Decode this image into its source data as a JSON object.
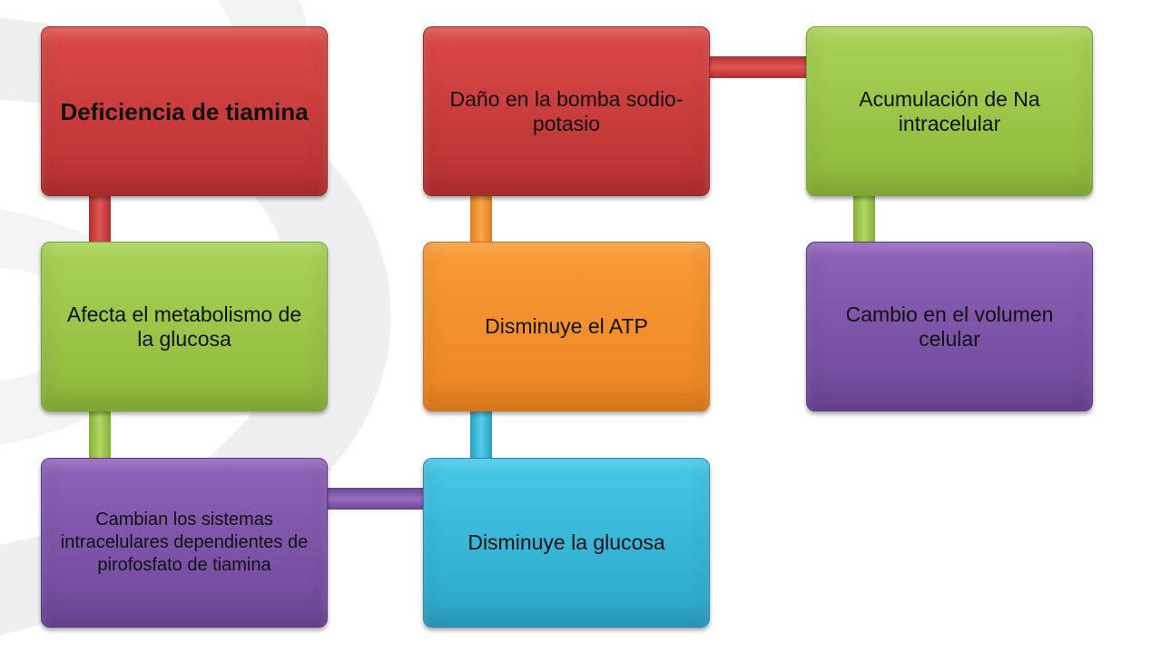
{
  "diagram": {
    "nodes": [
      {
        "id": "deficiencia",
        "label": "Deficiencia de tiamina",
        "color": "#d23f3f"
      },
      {
        "id": "metabolismo",
        "label": "Afecta el metabolismo de la glucosa",
        "color": "#9fcb4b"
      },
      {
        "id": "sistemas",
        "label": "Cambian los sistemas intracelulares dependientes de pirofosfato de tiamina",
        "color": "#7e55aa"
      },
      {
        "id": "glucosa",
        "label": "Disminuye la glucosa",
        "color": "#38b8da"
      },
      {
        "id": "atp",
        "label": "Disminuye el ATP",
        "color": "#f3912b"
      },
      {
        "id": "bomba",
        "label": "Daño en la bomba sodio-potasio",
        "color": "#d23f3f"
      },
      {
        "id": "sodio",
        "label": "Acumulación de Na intracelular",
        "color": "#9fcb4b"
      },
      {
        "id": "volumen",
        "label": "Cambio en el volumen celular",
        "color": "#7e55aa"
      }
    ],
    "edges": [
      {
        "from": "deficiencia",
        "to": "metabolismo"
      },
      {
        "from": "metabolismo",
        "to": "sistemas"
      },
      {
        "from": "sistemas",
        "to": "glucosa"
      },
      {
        "from": "glucosa",
        "to": "atp"
      },
      {
        "from": "atp",
        "to": "bomba"
      },
      {
        "from": "bomba",
        "to": "sodio"
      },
      {
        "from": "sodio",
        "to": "volumen"
      }
    ]
  }
}
